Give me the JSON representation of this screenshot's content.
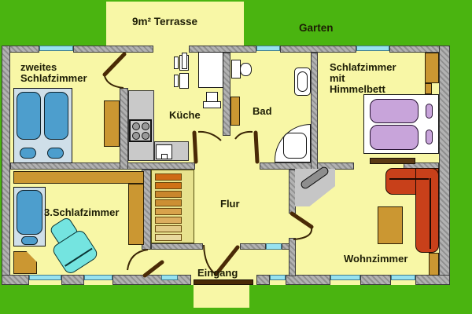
{
  "plan": {
    "labels": {
      "terrace": "9m² Terrasse",
      "garden": "Garten",
      "bedroom2": [
        "zweites",
        "Schlafzimmer"
      ],
      "master": [
        "Schlafzimmer",
        "mit",
        "Himmelbett"
      ],
      "kitchen": "Küche",
      "bath": "Bad",
      "bedroom3": "3.Schlafzimmer",
      "hall": "Flur",
      "living": "Wohnzimmer",
      "entrance": "Eingang"
    }
  },
  "colors": {
    "garden": "#4ab410",
    "floor": "#f8f7a6",
    "wallLight": "#b2b2b2",
    "wallDark": "#8f8f8f",
    "wallOutline": "#3c3c3c",
    "window": "#97e2f0",
    "woodDark": "#4a2a06",
    "tan": "#cb9732",
    "shelfBrown": "#5a3a14",
    "sofa": "#c8401a",
    "mattressBlue": "#4d9ecd",
    "bedFrameBlue": "#cfdfe9",
    "mattressPurple": "#c8a4da",
    "chairCyan": "#74e4e0",
    "counterGray": "#c9c9c9",
    "tvGray": "#c6c6c6",
    "tvScreen": "#8e8e8e",
    "stairBg": "#e7e28e",
    "label": "#1d1d05"
  },
  "stairs": {
    "steps": [
      "#cf6a15",
      "#cf7116",
      "#c9862c",
      "#cc8f33",
      "#d8a24b",
      "#dcae5f",
      "#e3cb86",
      "#e8d99e"
    ]
  }
}
